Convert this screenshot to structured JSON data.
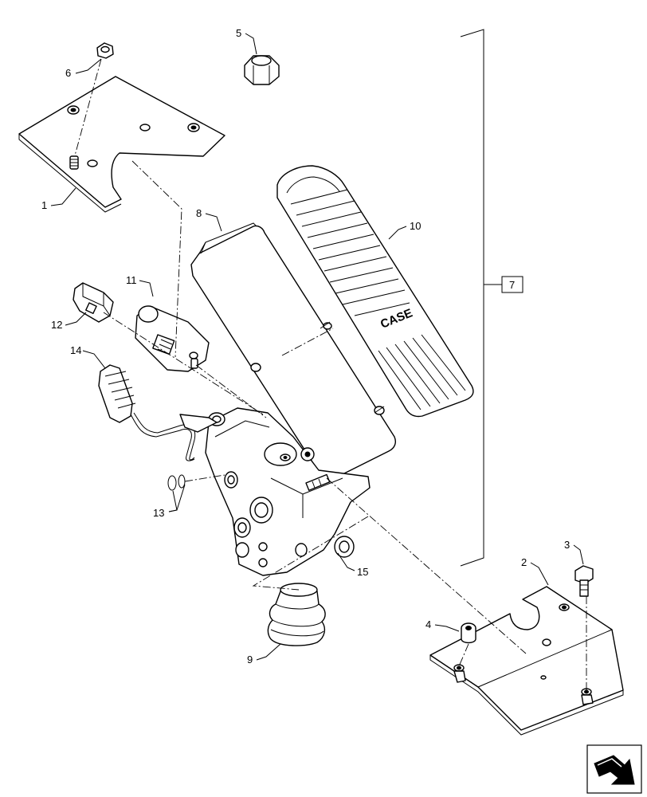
{
  "callouts": {
    "c1": "1",
    "c2": "2",
    "c3": "3",
    "c4": "4",
    "c5": "5",
    "c6": "6",
    "c7": "7",
    "c8": "8",
    "c9": "9",
    "c10": "10",
    "c11": "11",
    "c12": "12",
    "c13": "13",
    "c14": "14",
    "c15": "15"
  },
  "pedal_brand": "CASE",
  "icons": {
    "corner_nav": "next-page-arrow-icon"
  }
}
